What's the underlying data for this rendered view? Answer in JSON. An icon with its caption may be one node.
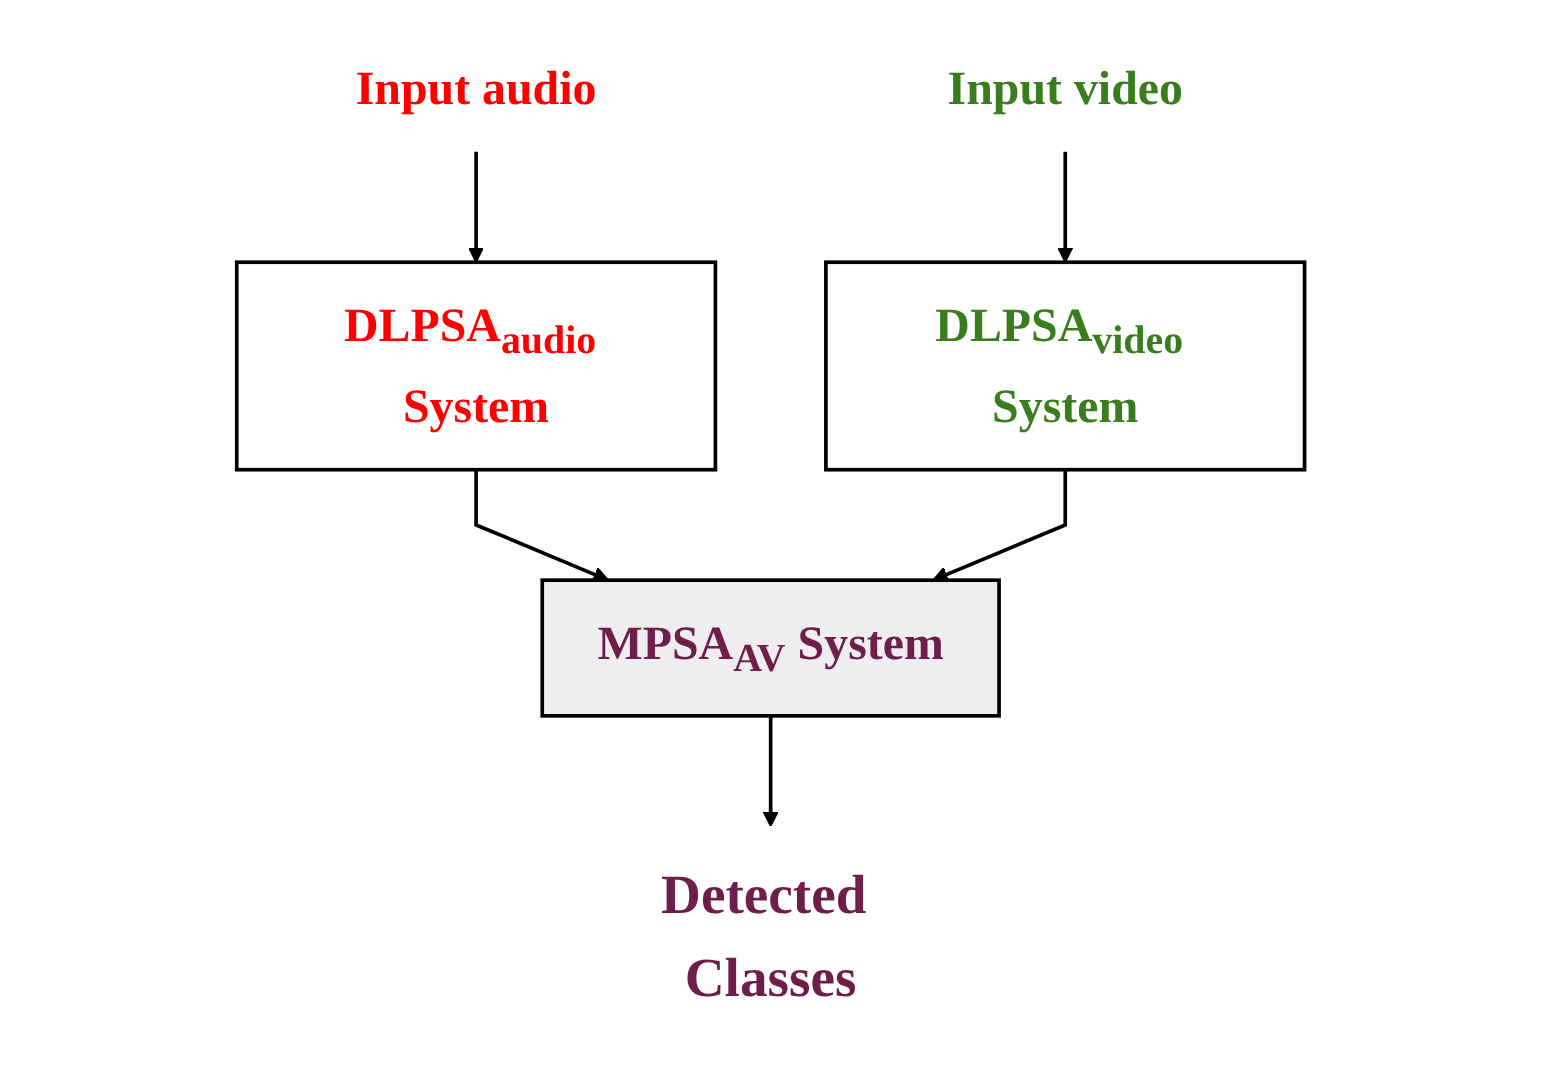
{
  "diagram": {
    "nodes": [
      {
        "text": [
          "Input audio"
        ]
      },
      {
        "text": [
          "Input video"
        ]
      },
      {
        "text": [
          "DLPSA$_{audio}$ System"
        ]
      },
      {
        "text": [
          "DLPSA$_{video}$ System"
        ]
      },
      {
        "text": [
          "MPSA$_{AV}$ System"
        ]
      },
      {
        "text": [
          "Detected Classes"
        ]
      }
    ],
    "edges": [
      {
        "from": 0,
        "to": 2,
        "arrow": "to"
      },
      {
        "from": 1,
        "to": 3,
        "arrow": "to"
      },
      {
        "from": 2,
        "to": 4,
        "arrow": "to"
      },
      {
        "from": 3,
        "to": 4,
        "arrow": "to"
      },
      {
        "from": 4,
        "to": 5,
        "arrow": "to"
      }
    ]
  }
}
